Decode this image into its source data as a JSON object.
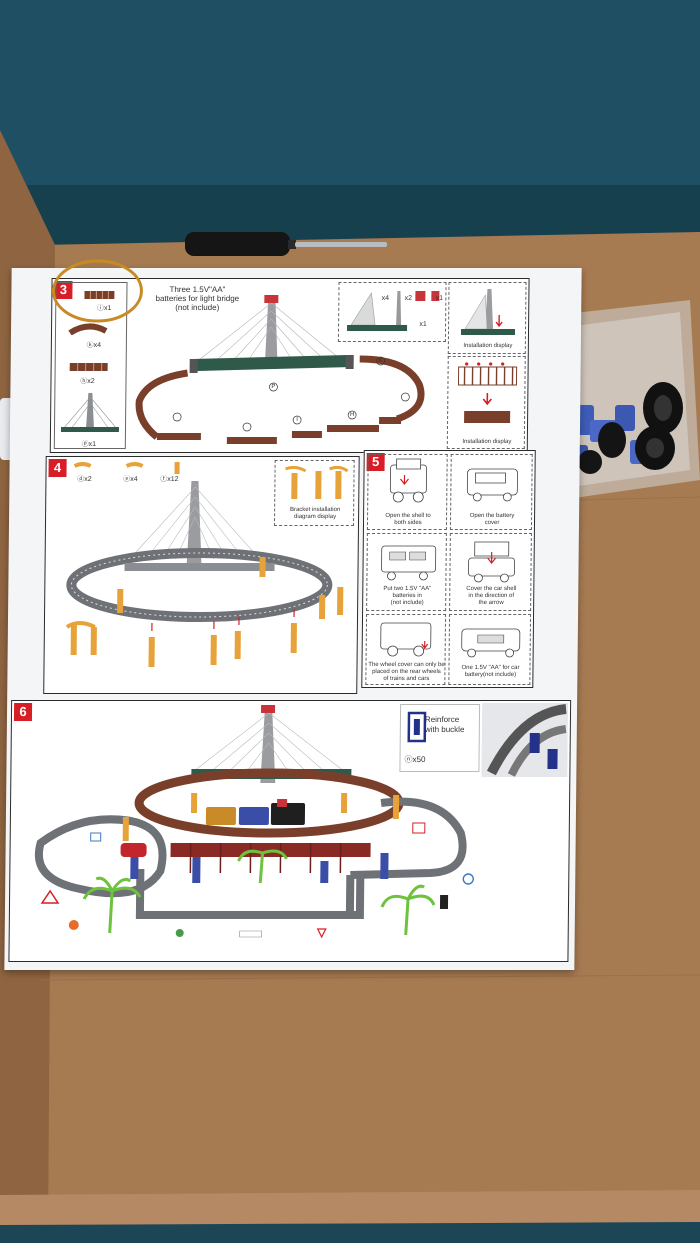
{
  "colors": {
    "box_teal": "#1e4f62",
    "cardboard": "#a77b52",
    "sheet": "#f4f5f7",
    "step_red": "#d71e26",
    "track_brown": "#7a3f2a",
    "track_grey": "#6e7176",
    "bridge_green": "#2f5a4a",
    "support_yellow": "#e8a23a",
    "circle_marker": "#c88a23"
  },
  "icons": [
    "screwdriver",
    "bridge-tower",
    "track-piece",
    "support-pillar",
    "battery",
    "locomotive",
    "train-car",
    "palm-tree",
    "traffic-sign",
    "wheel",
    "buckle"
  ],
  "step3": {
    "number": "3",
    "part_i": "ⓘx1",
    "part_k": "ⓚx4",
    "part_h": "ⓗx2",
    "part_p": "ⓟx1",
    "battery_note_1": "Three 1.5V\"AA\"",
    "battery_note_2": "batteries for light bridge",
    "battery_note_3": "(not include)",
    "count_x4": "x4",
    "count_x2": "x2",
    "count_x1a": "x1",
    "count_x1b": "x1",
    "install_1": "Installation display",
    "install_2": "Installation display",
    "label_k": "K",
    "label_p": "P",
    "label_h": "H",
    "label_i": "I"
  },
  "step4": {
    "number": "4",
    "part_d": "ⓓx2",
    "part_e": "ⓔx4",
    "part_f": "ⓕx12",
    "bracket_1": "Bracket installation",
    "bracket_2": "diagram display"
  },
  "step5": {
    "number": "5",
    "c1a": "Open the shell to",
    "c1b": "both sides",
    "c2a": "Open the battery",
    "c2b": "cover",
    "c3a": "Put two 1.5V \"AA\"",
    "c3b": "batteries in",
    "c3c": "(not include)",
    "c4a": "Cover the car shell",
    "c4b": "in the direction of",
    "c4c": "the arrow",
    "c5a": "The wheel cover can only be",
    "c5b": "placed on the rear wheels",
    "c5c": "of trains and cars",
    "c6a": "One 1.5V \"AA\" for car",
    "c6b": "battery(not include)"
  },
  "step6": {
    "number": "6",
    "reinforce_1": "Reinforce",
    "reinforce_2": "with buckle",
    "part_n": "ⓝx50"
  }
}
